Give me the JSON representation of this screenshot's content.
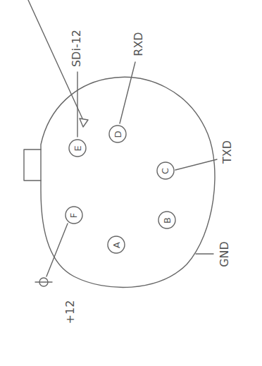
{
  "diagram": {
    "nodes": [
      {
        "text": [
          "E"
        ]
      },
      {
        "text": [
          "D"
        ]
      },
      {
        "text": [
          "C"
        ]
      },
      {
        "text": [
          "F"
        ]
      },
      {
        "text": [
          "A"
        ]
      },
      {
        "text": [
          "B"
        ]
      }
    ],
    "labels": [
      "SDi-12",
      "RXD",
      "TXD",
      "GND",
      "+12"
    ]
  }
}
